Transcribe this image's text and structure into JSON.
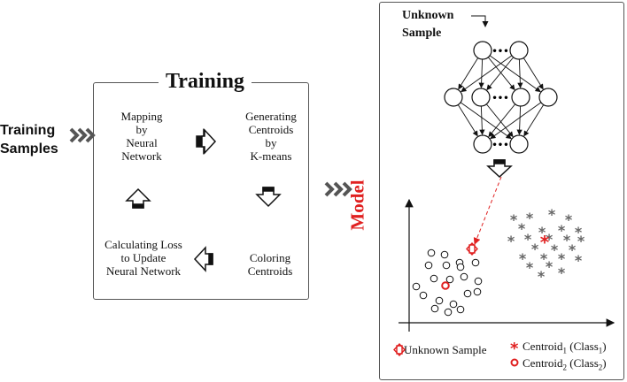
{
  "training": {
    "title": "Training",
    "input_label": "Training\nSamples",
    "steps": [
      "Mapping\nby\nNeural\nNetwork",
      "Generating\nCentroids\nby\nK-means",
      "Calculating Loss\nto Update\nNeural Network",
      "Coloring\nCentroids"
    ]
  },
  "model": {
    "label": "Model",
    "unknown_sample_label": "Unknown\nSample",
    "dots": "•••"
  },
  "legend": {
    "unknown": "Unknown   Sample",
    "centroid1_prefix": "Centroid",
    "centroid1_sub": "1",
    "centroid1_class": " (Class",
    "centroid1_class_sub": "1",
    "centroid2_prefix": "Centroid",
    "centroid2_sub": "2",
    "centroid2_class": " (Class",
    "centroid2_class_sub": "2"
  },
  "colors": {
    "accent": "#e02020",
    "arrow_gray": "#555555",
    "cluster_star": "#666666"
  },
  "icons": [
    "chevron-arrows-icon",
    "block-arrow-icon",
    "neural-network-icon",
    "scatter-plot",
    "asterisk-marker-icon",
    "circle-marker-icon"
  ]
}
